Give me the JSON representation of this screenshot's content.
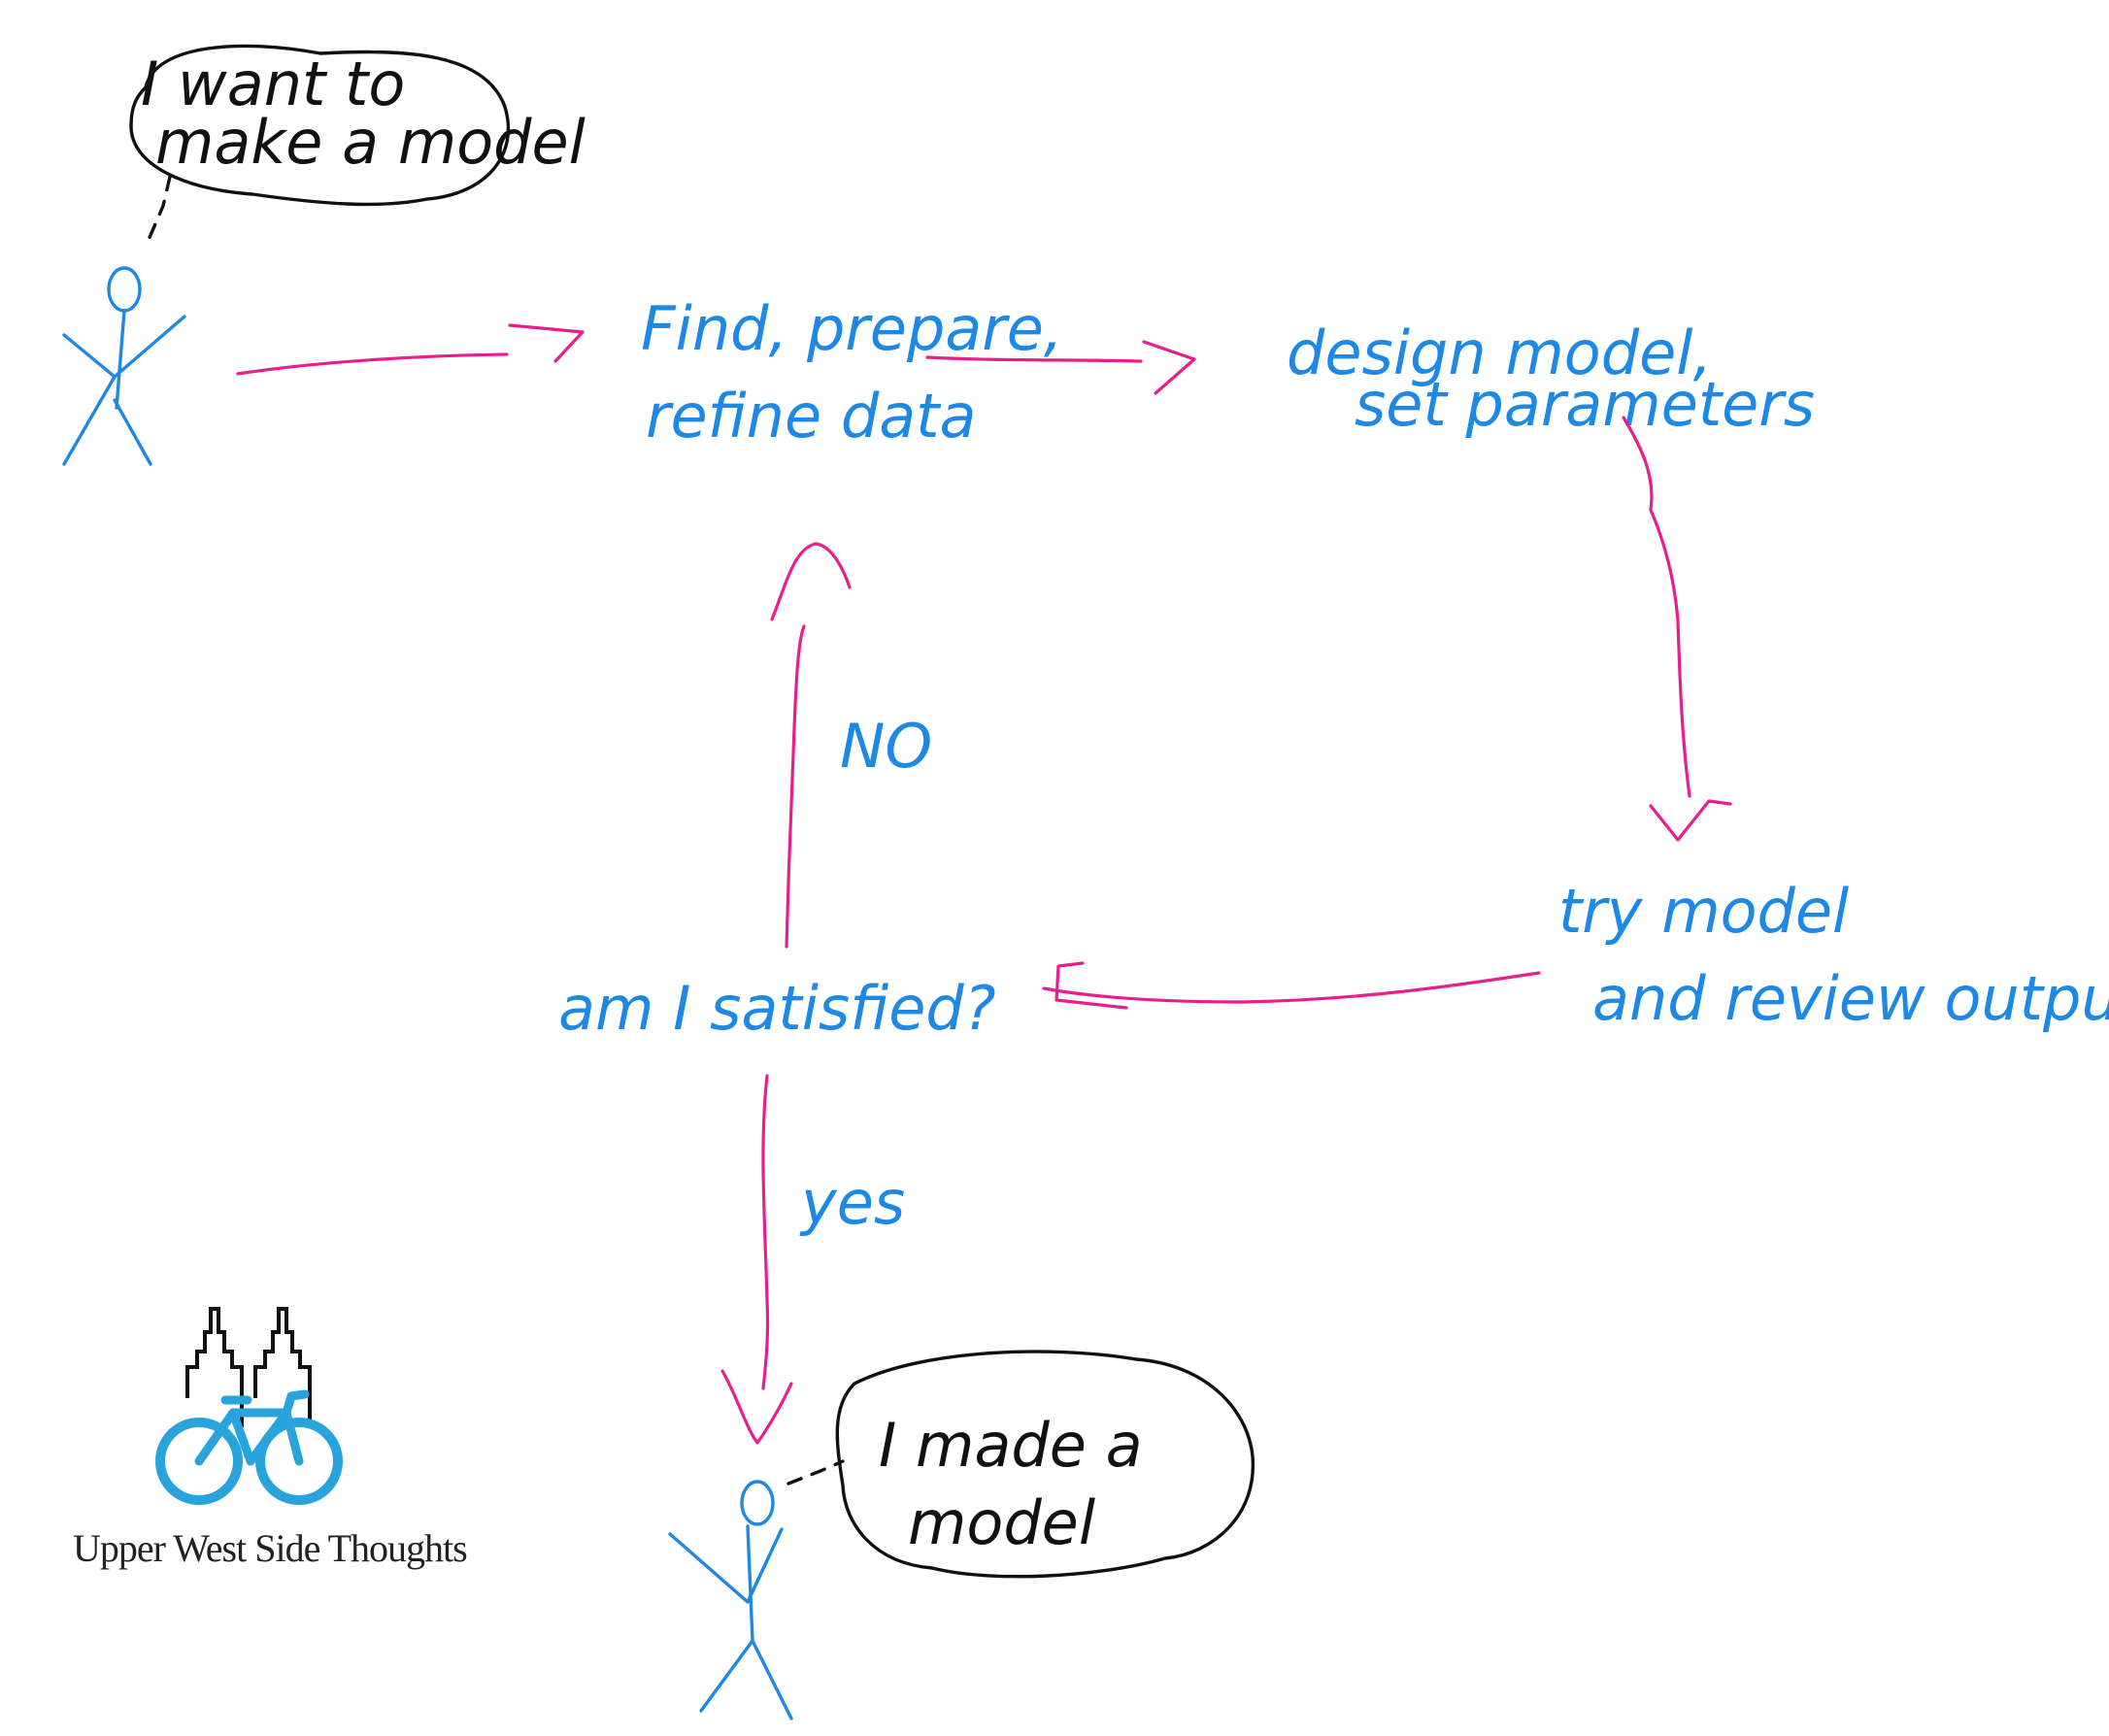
{
  "colors": {
    "text_blue": "#1e88e5",
    "arrow_pink": "#e91e8c",
    "outline_black": "#111111",
    "logo_bike_blue": "#29a3dc"
  },
  "bubbles": {
    "start": {
      "line1": "I want to",
      "line2": "make a model"
    },
    "end": {
      "line1": "I made a",
      "line2": "model"
    }
  },
  "nodes": {
    "data": {
      "line1": "Find, prepare,",
      "line2": "refine data"
    },
    "design": {
      "line1": "design model,",
      "line2": "set parameters"
    },
    "try": {
      "line1": "try model",
      "line2": "and review output"
    },
    "satisfied": {
      "line1": "am I satisfied?"
    }
  },
  "edges": {
    "no": "NO",
    "yes": "yes"
  },
  "logo": {
    "text": "Upper West Side Thoughts",
    "icon": "twin-towers-bicycle-icon"
  },
  "figures": {
    "start_icon": "stick-figure-icon",
    "end_icon": "stick-figure-icon"
  }
}
